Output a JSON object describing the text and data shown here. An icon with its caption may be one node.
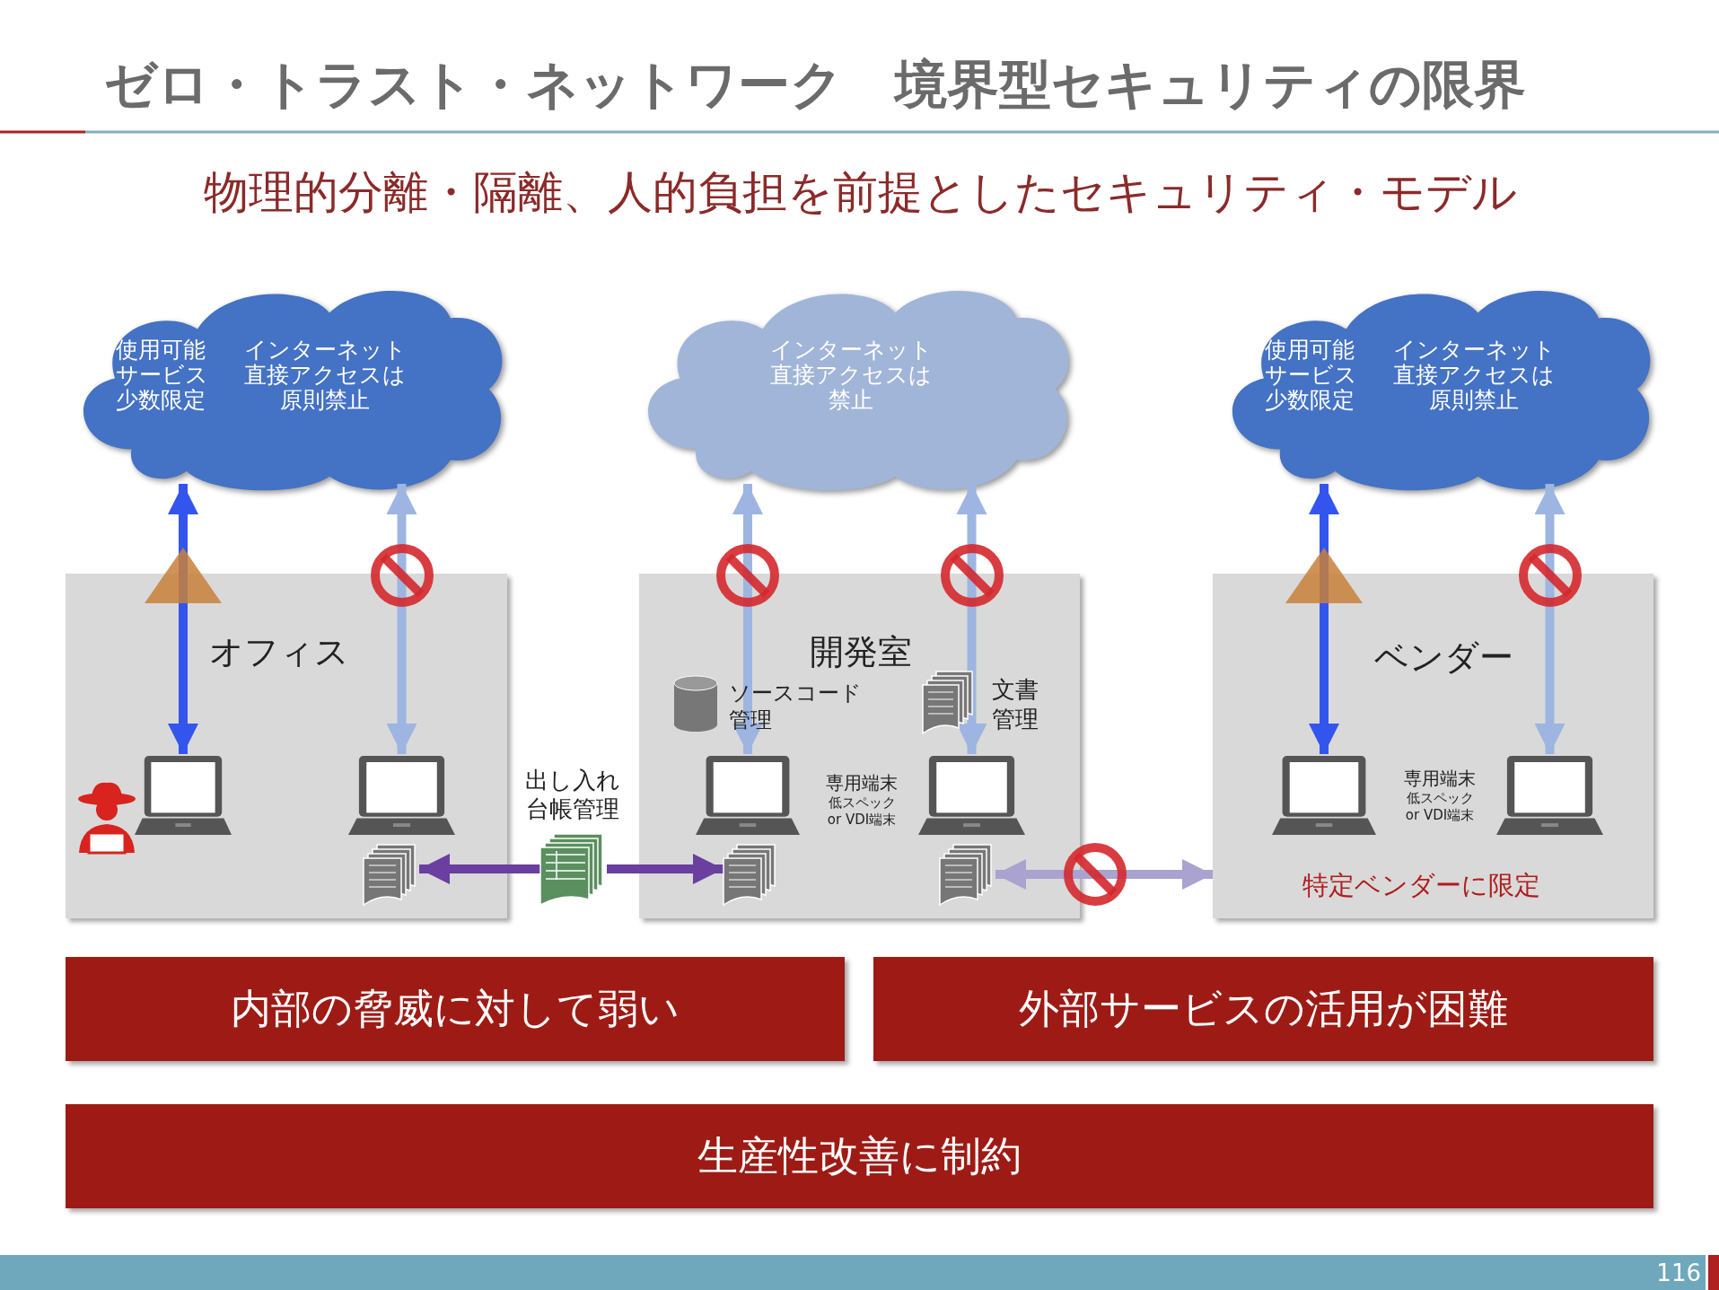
{
  "diagram": {
    "title": "ゼロ・トラスト・ネットワーク　境界型セキュリティの限界",
    "nodes": [
      {
        "text": [
          "使用可能サービス少数限定",
          "インターネット直接アクセスは原則禁止"
        ]
      },
      {
        "text": [
          "インターネット直接アクセスは禁止"
        ]
      },
      {
        "text": [
          "使用可能サービス少数限定",
          "インターネット直接アクセスは原則禁止"
        ]
      },
      {
        "text": [
          "オフィス"
        ]
      },
      {
        "text": [
          "開発室"
        ]
      },
      {
        "text": [
          "ベンダー",
          "特定ベンダーに限定"
        ]
      },
      {
        "text": [],
        "shape": "picture",
        "in": 3
      },
      {
        "text": [],
        "shape": "picture",
        "in": 3
      },
      {
        "text": [],
        "shape": "document",
        "in": 3
      },
      {
        "text": [],
        "shape": "picture",
        "beside": [
          "出し入れ台帳管理"
        ]
      },
      {
        "text": [],
        "shape": "picture",
        "in": 4
      },
      {
        "text": [],
        "shape": "picture",
        "in": 4
      },
      {
        "text": [],
        "shape": "document",
        "in": 4
      },
      {
        "text": [],
        "shape": "document",
        "in": 4
      },
      {
        "text": [],
        "shape": "picture",
        "in": 5
      },
      {
        "text": [],
        "shape": "picture",
        "in": 5
      },
      {
        "text": [
          "内部の脅威に対して弱い"
        ]
      },
      {
        "text": [
          "外部サービスの活用が困難"
        ]
      },
      {
        "text": [
          "生産性改善に制約"
        ]
      }
    ],
    "edges": [
      {
        "from": 6,
        "to": 0,
        "arrow": "both",
        "color": "#3355ee"
      },
      {
        "from": 7,
        "to": 0,
        "arrow": "both"
      },
      {
        "from": 10,
        "to": 1,
        "arrow": "both"
      },
      {
        "from": 11,
        "to": 1,
        "arrow": "both"
      },
      {
        "from": 14,
        "to": 2,
        "arrow": "both",
        "color": "#3355ee"
      },
      {
        "from": 15,
        "to": 2,
        "arrow": "both"
      },
      {
        "from": 9,
        "to": 8,
        "arrow": "to",
        "color": "#6a3fa0"
      },
      {
        "from": 9,
        "to": 12,
        "arrow": "to",
        "color": "#6a3fa0"
      },
      {
        "from": 13,
        "to": 5,
        "arrow": "both",
        "color": "#aaa2cf"
      }
    ],
    "labels": [
      "物理的分離・隔離、人的負担を前提としたセキュリティ・モデル",
      "ソースコード管理",
      "文書管理",
      "専用端末低スペックor VDI端末",
      "専用端末低スペックor VDI端末",
      "116"
    ]
  }
}
